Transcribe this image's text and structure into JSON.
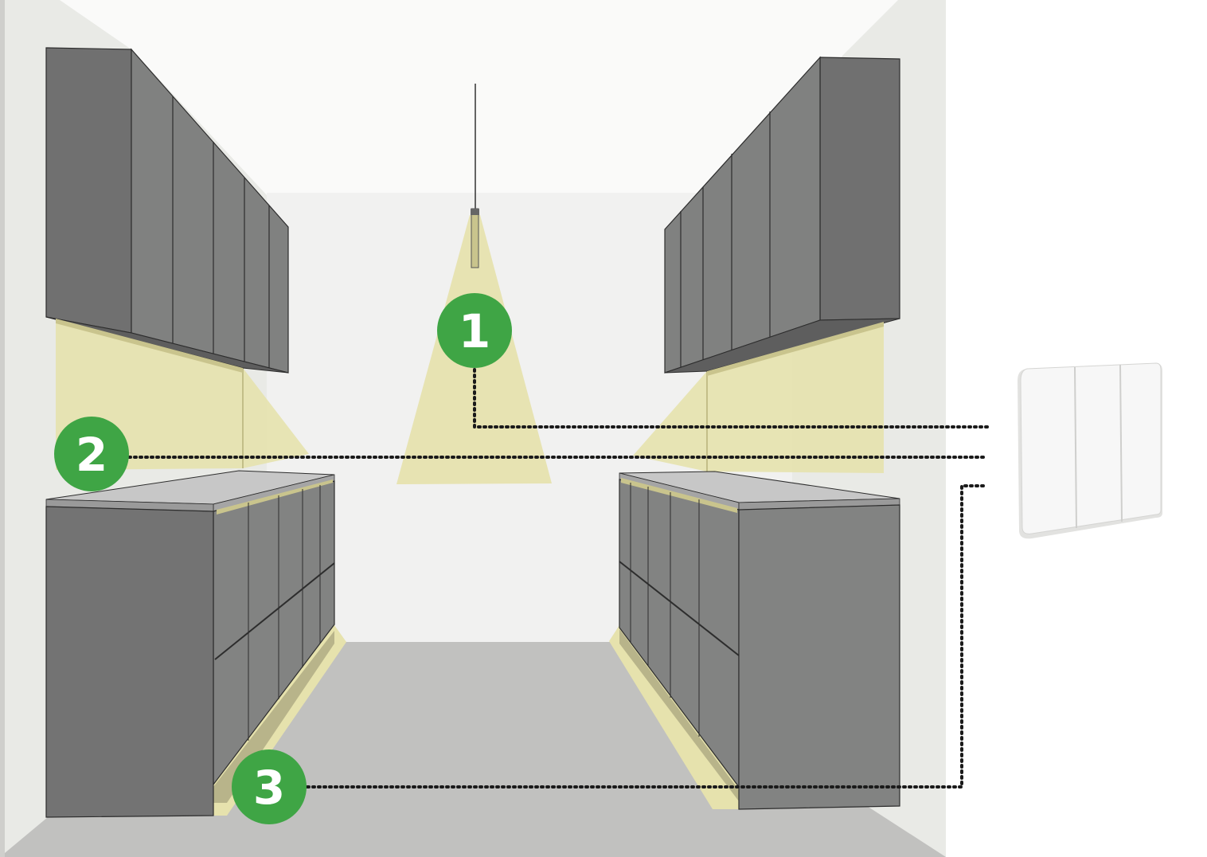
{
  "diagram": {
    "zones": [
      {
        "id": 1,
        "label": "1"
      },
      {
        "id": 2,
        "label": "2"
      },
      {
        "id": 3,
        "label": "3"
      }
    ],
    "icons": {
      "switch": "three-gang-wall-switch-icon"
    },
    "colors": {
      "badge": "#3fa545",
      "light": "#e6e2ad",
      "cabinet_front": "#7f8080",
      "cabinet_side": "#6f6f6f",
      "wall": "#e9eae6",
      "back_wall": "#f1f1f0",
      "floor": "#c1c1bf",
      "switch": "#f7f7f7"
    }
  }
}
